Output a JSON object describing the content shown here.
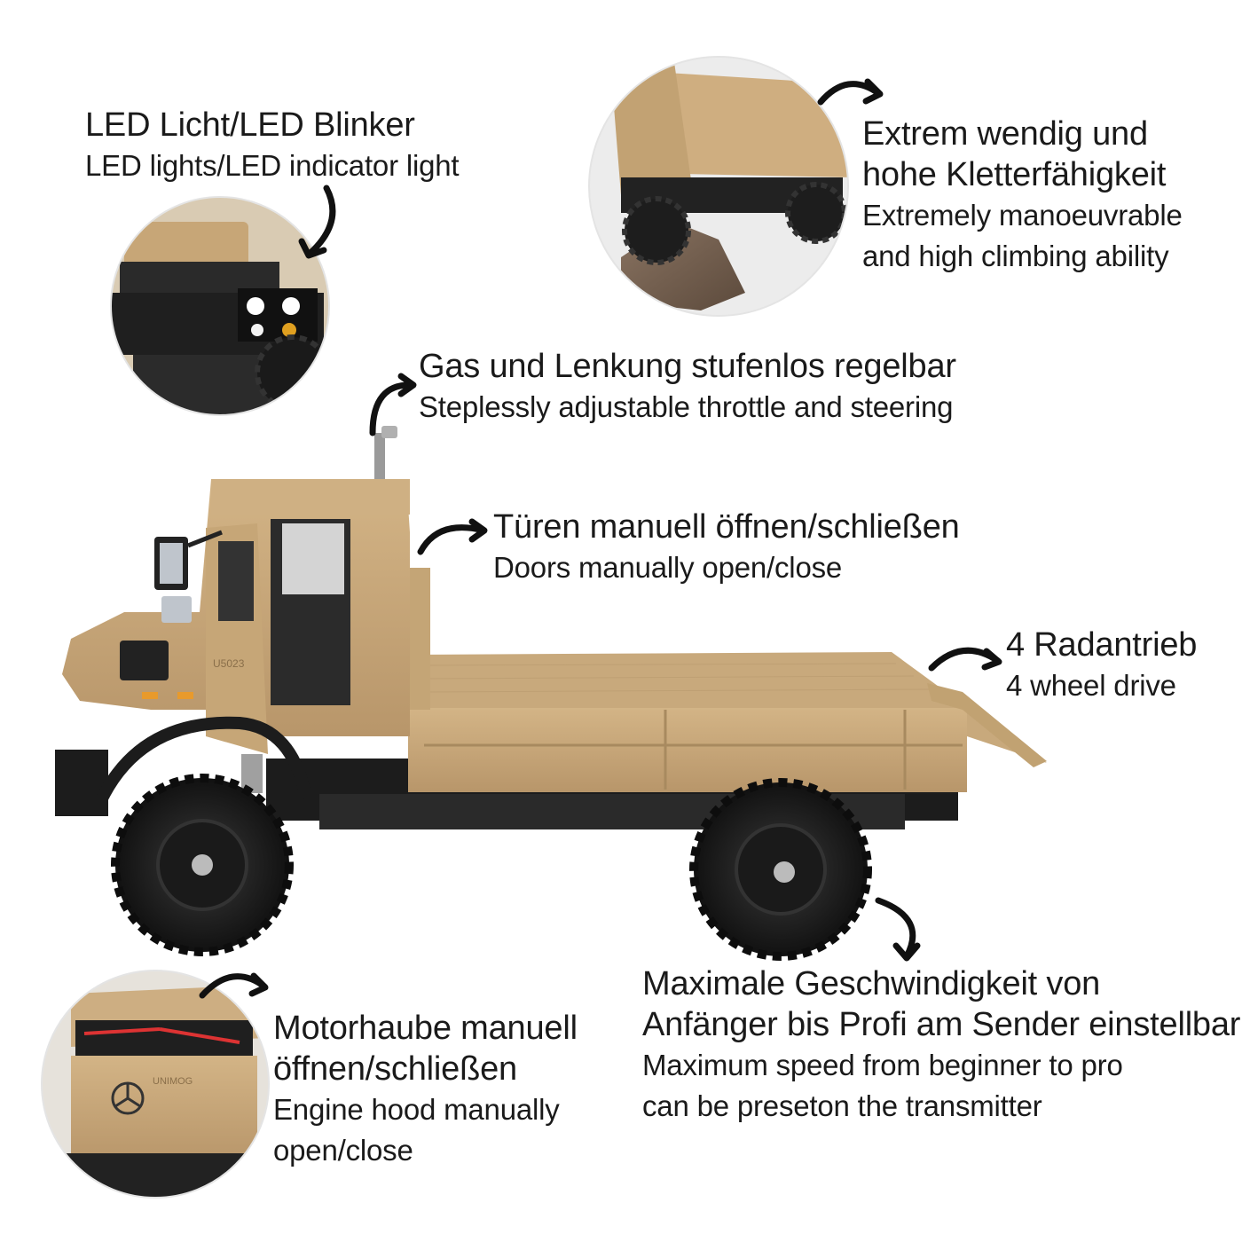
{
  "callouts": {
    "led": {
      "de": "LED Licht/LED Blinker",
      "en": "LED lights/LED indicator light"
    },
    "climb": {
      "de_line1": "Extrem wendig und",
      "de_line2": "hohe Kletterfähigkeit",
      "en_line1": "Extremely manoeuvrable",
      "en_line2": "and high climbing ability"
    },
    "throttle": {
      "de": "Gas und Lenkung stufenlos regelbar",
      "en": "Steplessly adjustable throttle and steering"
    },
    "doors": {
      "de": "Türen manuell öffnen/schließen",
      "en": "Doors manually open/close"
    },
    "drive": {
      "de": "4 Radantrieb",
      "en": "4 wheel drive"
    },
    "speed": {
      "de_line1": "Maximale Geschwindigkeit von",
      "de_line2": "Anfänger bis Profi am Sender einstellbar",
      "en_line1": "Maximum speed from beginner to pro",
      "en_line2": "can be preseton the transmitter"
    },
    "hood": {
      "de_line1": "Motorhaube manuell",
      "de_line2": "öffnen/schließen",
      "en_line1": "Engine hood manually",
      "en_line2": "open/close"
    }
  },
  "badges": {
    "door_model": "U5023",
    "hood_model": "UNIMOG"
  },
  "colors": {
    "body_tan": "#c9a87a",
    "body_shadow": "#a98a5f",
    "chassis_black": "#1c1c1c",
    "tire": "#232323",
    "text": "#1a1a1a"
  }
}
